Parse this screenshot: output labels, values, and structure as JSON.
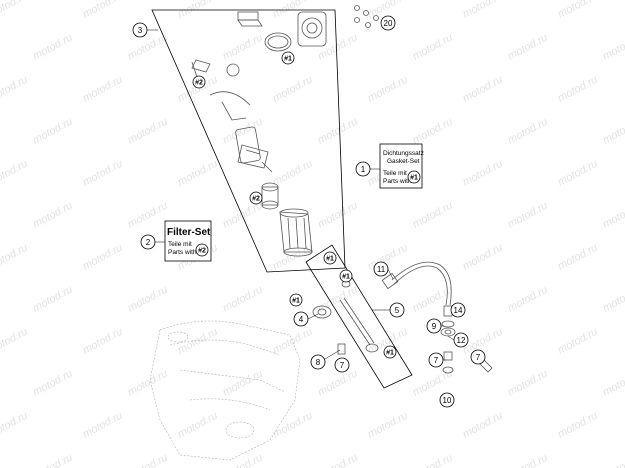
{
  "watermark": "motod.ru",
  "callouts": [
    {
      "id": "c3",
      "label": "3"
    },
    {
      "id": "c20",
      "label": "20"
    },
    {
      "id": "c1",
      "label": "1"
    },
    {
      "id": "c2",
      "label": "2"
    },
    {
      "id": "c4",
      "label": "4"
    },
    {
      "id": "c5",
      "label": "5"
    },
    {
      "id": "c7a",
      "label": "7"
    },
    {
      "id": "c7b",
      "label": "7"
    },
    {
      "id": "c7c",
      "label": "7"
    },
    {
      "id": "c8",
      "label": "8"
    },
    {
      "id": "c9",
      "label": "9"
    },
    {
      "id": "c10",
      "label": "10"
    },
    {
      "id": "c11",
      "label": "11"
    },
    {
      "id": "c12",
      "label": "12"
    },
    {
      "id": "c14",
      "label": "14"
    }
  ],
  "refs": [
    {
      "id": "r1",
      "label": "#1"
    },
    {
      "id": "r2",
      "label": "#2"
    },
    {
      "id": "r3",
      "label": "#2"
    },
    {
      "id": "r4",
      "label": "#1"
    },
    {
      "id": "r5",
      "label": "#1"
    },
    {
      "id": "r6",
      "label": "#1"
    },
    {
      "id": "r7",
      "label": "#1"
    }
  ],
  "gasket_box": {
    "line1": "Dichtungssatz",
    "line2": "Gasket-Set",
    "line3": "Teile mit",
    "line4": "Parts with",
    "ref": "#1"
  },
  "filter_box": {
    "title": "Filter-Set",
    "line1": "Teile mit",
    "line2": "Parts with",
    "ref": "#2"
  }
}
